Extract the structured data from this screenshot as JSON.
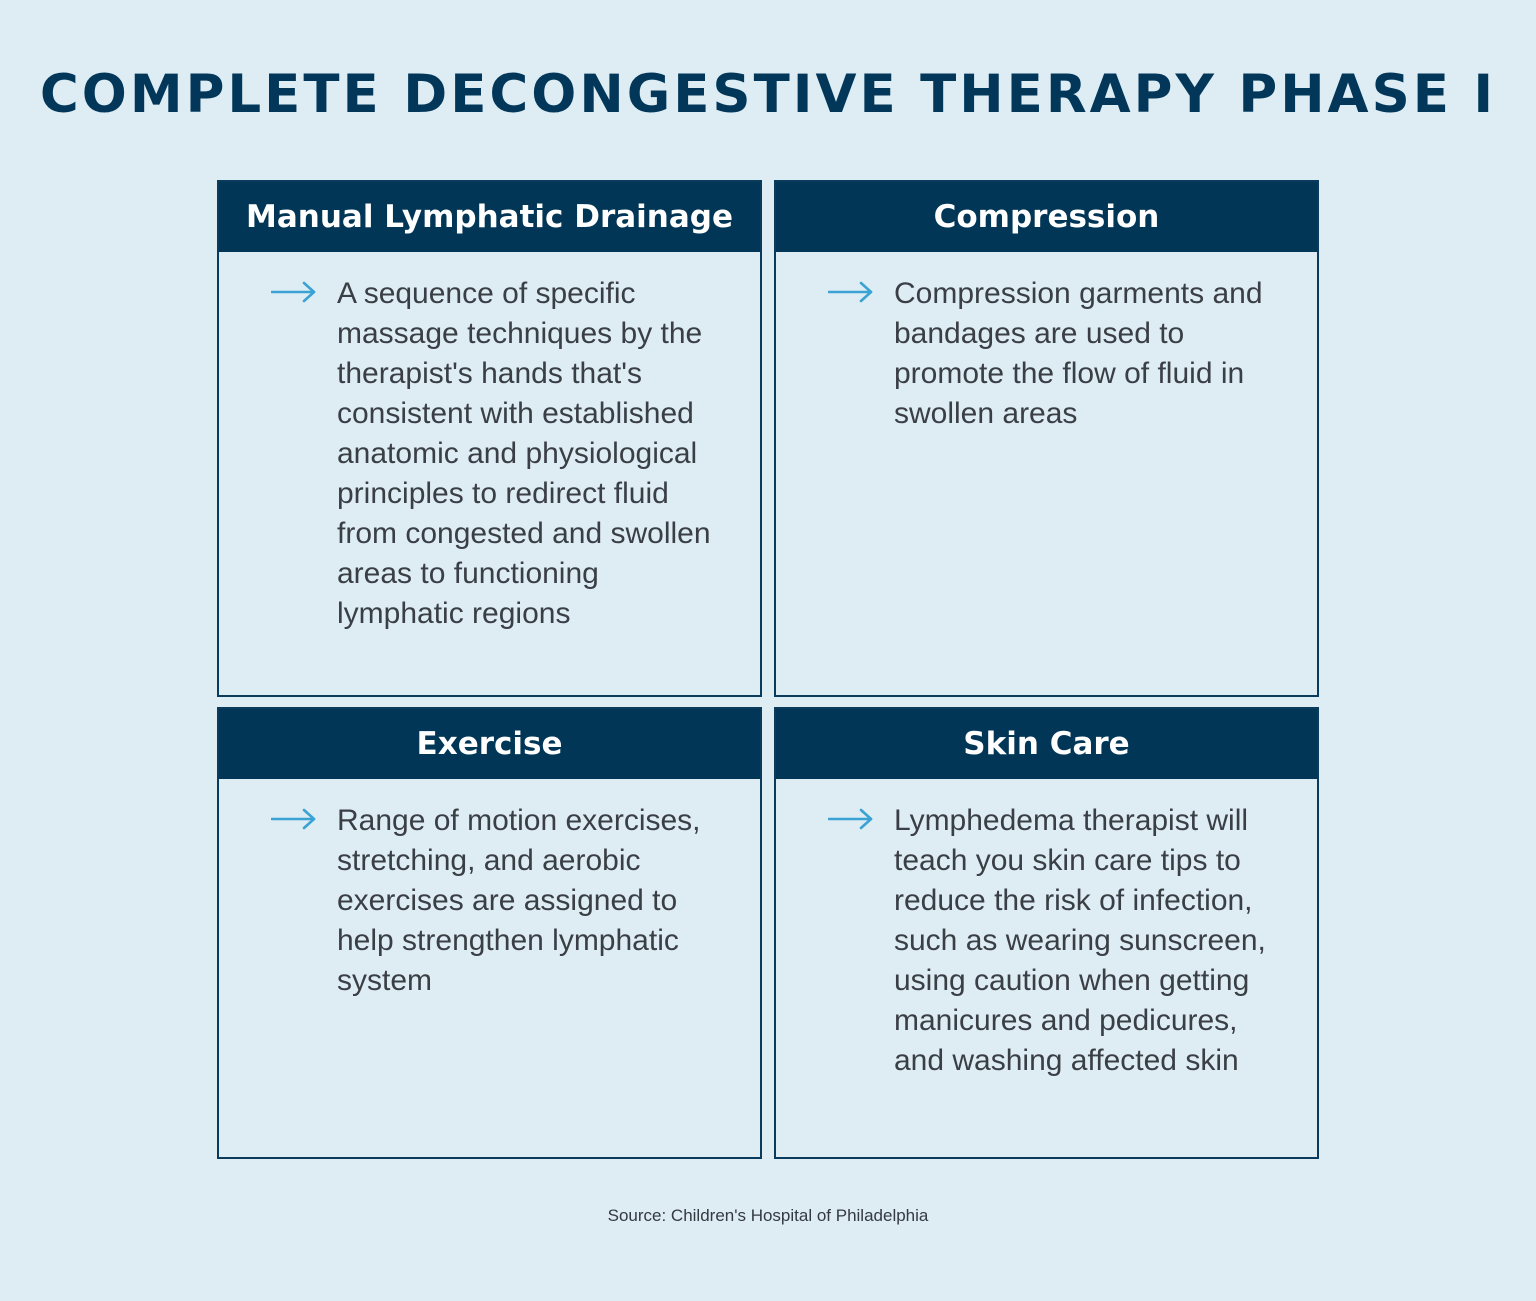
{
  "title": "COMPLETE DECONGESTIVE THERAPY PHASE I",
  "cards": [
    {
      "heading": "Manual Lymphatic Drainage",
      "text": "A sequence of specific massage techniques by the therapist's hands that's consistent with established anatomic and physiological principles to redirect fluid from congested and swollen areas to functioning lymphatic regions"
    },
    {
      "heading": "Compression",
      "text": "Compression garments and bandages are used to promote the flow of fluid in swollen areas"
    },
    {
      "heading": "Exercise",
      "text": "Range of motion exercises, stretching, and aerobic exercises are assigned to help strengthen lymphatic system"
    },
    {
      "heading": "Skin Care",
      "text": "Lymphedema therapist will teach you skin care tips to reduce the risk of infection, such as wearing sunscreen, using caution when getting manicures and pedicures, and washing affected skin"
    }
  ],
  "source": "Source: Children's Hospital of Philadelphia",
  "colors": {
    "background": "#deecf3",
    "header": "#023656",
    "title": "#02375a",
    "arrow": "#3aa3d4",
    "body_text": "#3a3f45"
  },
  "icons": {
    "bullet": "right-arrow-icon"
  }
}
